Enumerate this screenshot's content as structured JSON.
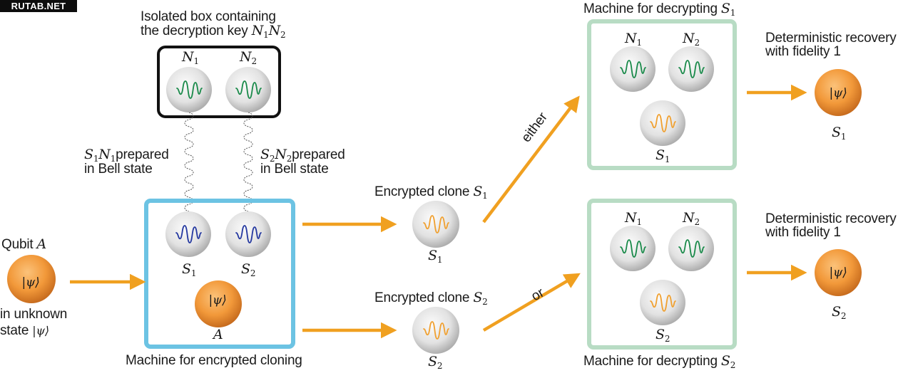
{
  "watermark": "RUTAB.NET",
  "colors": {
    "arrow": "#f0a020",
    "cloning_box": "#6cc3e3",
    "key_box": "#111111",
    "decrypt_box": "#b8dcc4",
    "wave_key": "#1a8a4a",
    "wave_signal": "#2438a0",
    "wave_clone": "#f0a030",
    "qubit_orange": "#f29a3a",
    "sphere_grey": "#dcdcdc"
  },
  "key_box": {
    "title_line1": "Isolated box containing",
    "title_line2": "the decryption key",
    "title_math": "N",
    "title_math_sub1": "1",
    "title_math2": "N",
    "title_math_sub2": "2",
    "n1": {
      "sym": "N",
      "sub": "1"
    },
    "n2": {
      "sym": "N",
      "sub": "2"
    }
  },
  "bell": {
    "left": {
      "s": "S",
      "s_sub": "1",
      "n": "N",
      "n_sub": "1",
      "line1": "prepared",
      "line2": "in Bell state"
    },
    "right": {
      "s": "S",
      "s_sub": "2",
      "n": "N",
      "n_sub": "2",
      "line1": "prepared",
      "line2": "in Bell state"
    }
  },
  "qubit": {
    "label": "Qubit",
    "sym": "A",
    "ket": "|ψ⟩",
    "desc_line1": "in unknown",
    "desc_line2": "state",
    "desc_ket": "|ψ⟩"
  },
  "cloning_machine": {
    "caption": "Machine for encrypted cloning",
    "s1": {
      "sym": "S",
      "sub": "1"
    },
    "s2": {
      "sym": "S",
      "sub": "2"
    },
    "a": {
      "sym": "A",
      "ket": "|ψ⟩"
    }
  },
  "clones": [
    {
      "label": "Encrypted clone",
      "sym": "S",
      "sub": "1"
    },
    {
      "label": "Encrypted clone",
      "sym": "S",
      "sub": "2"
    }
  ],
  "branches": {
    "either": "either",
    "or": "or"
  },
  "decrypt_machines": [
    {
      "caption": "Machine for decrypting",
      "sym": "S",
      "sub": "1",
      "n1": {
        "sym": "N",
        "sub": "1"
      },
      "n2": {
        "sym": "N",
        "sub": "2"
      },
      "s": {
        "sym": "S",
        "sub": "1"
      }
    },
    {
      "caption": "Machine for decrypting",
      "sym": "S",
      "sub": "2",
      "n1": {
        "sym": "N",
        "sub": "1"
      },
      "n2": {
        "sym": "N",
        "sub": "2"
      },
      "s": {
        "sym": "S",
        "sub": "2"
      }
    }
  ],
  "recoveries": [
    {
      "line1": "Deterministic recovery",
      "line2": "with fidelity 1",
      "ket": "|ψ⟩",
      "sym": "S",
      "sub": "1"
    },
    {
      "line1": "Deterministic recovery",
      "line2": "with fidelity 1",
      "ket": "|ψ⟩",
      "sym": "S",
      "sub": "2"
    }
  ]
}
